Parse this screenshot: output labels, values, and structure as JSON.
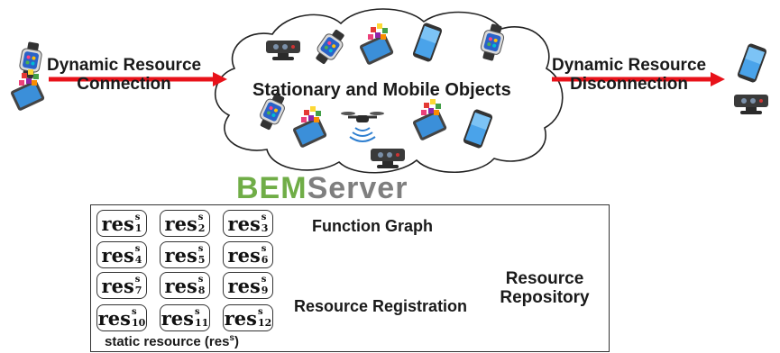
{
  "labels": {
    "left_arrow": [
      "Dynamic Resource",
      "Connection"
    ],
    "cloud": "Stationary and Mobile Objects",
    "right_arrow": [
      "Dynamic Resource",
      "Disconnection"
    ],
    "server_brand_part1": "BEM",
    "server_brand_part2": "Server",
    "function_graph": "Function Graph",
    "registration": "Resource Registration",
    "repository": [
      "Resource",
      "Repository"
    ],
    "static_resource": "static resource (",
    "static_resource_sym": "res",
    "static_resource_sup": "s",
    "static_resource_close": ")"
  },
  "static_resources": [
    {
      "base": "res",
      "sup": "s",
      "sub": "1"
    },
    {
      "base": "res",
      "sup": "s",
      "sub": "2"
    },
    {
      "base": "res",
      "sup": "s",
      "sub": "3"
    },
    {
      "base": "res",
      "sup": "s",
      "sub": "4"
    },
    {
      "base": "res",
      "sup": "s",
      "sub": "5"
    },
    {
      "base": "res",
      "sup": "s",
      "sub": "6"
    },
    {
      "base": "res",
      "sup": "s",
      "sub": "7"
    },
    {
      "base": "res",
      "sup": "s",
      "sub": "8"
    },
    {
      "base": "res",
      "sup": "s",
      "sub": "9"
    },
    {
      "base": "res",
      "sup": "s",
      "sub": "10"
    },
    {
      "base": "res",
      "sup": "s",
      "sub": "11"
    },
    {
      "base": "res",
      "sup": "s",
      "sub": "12"
    }
  ],
  "colors": {
    "arrow_red": "#e8121a",
    "brand_green": "#70ad47",
    "brand_gray": "#7f7f7f",
    "node_green": "#a9d18e",
    "node_border": "#6a9a4a"
  },
  "icons": [
    "smartwatch-icon",
    "tablet-icon",
    "phone-icon",
    "kinect-sensor-icon",
    "drone-icon"
  ]
}
